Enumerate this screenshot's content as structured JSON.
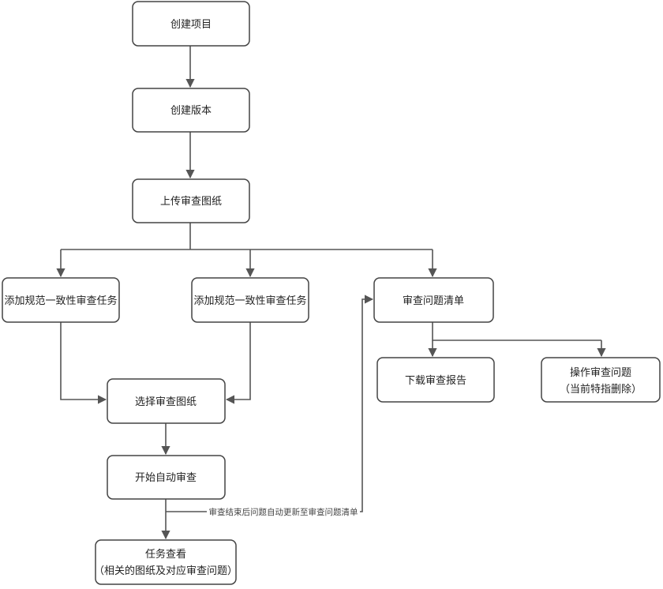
{
  "nodes": {
    "create_project": "创建项目",
    "create_version": "创建版本",
    "upload_drawings": "上传审查图纸",
    "add_task_1": "添加规范一致性审查任务",
    "add_task_2": "添加规范一致性审查任务",
    "issue_list": "审查问题清单",
    "download_report": "下载审查报告",
    "operate_issues_line1": "操作审查问题",
    "operate_issues_line2": "（当前特指删除）",
    "select_drawings": "选择审查图纸",
    "start_auto_review": "开始自动审查",
    "task_view_line1": "任务查看",
    "task_view_line2": "（相关的图纸及对应审查问题）"
  },
  "edge_labels": {
    "auto_update": "审查结束后问题自动更新至审查问题清单"
  }
}
